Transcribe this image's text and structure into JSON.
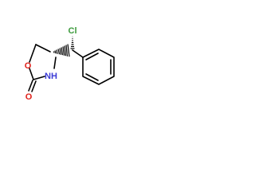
{
  "molecule": {
    "atoms": {
      "chlorine": "Cl",
      "ring_oxygen": "O",
      "ring_nitrogen": "NH",
      "carbonyl_oxygen": "O"
    },
    "colors": {
      "bond": "#000000",
      "chlorine": "#3c9a3c",
      "oxygen": "#e0201a",
      "nitrogen": "#3b3bd6",
      "background": "#ffffff"
    }
  }
}
